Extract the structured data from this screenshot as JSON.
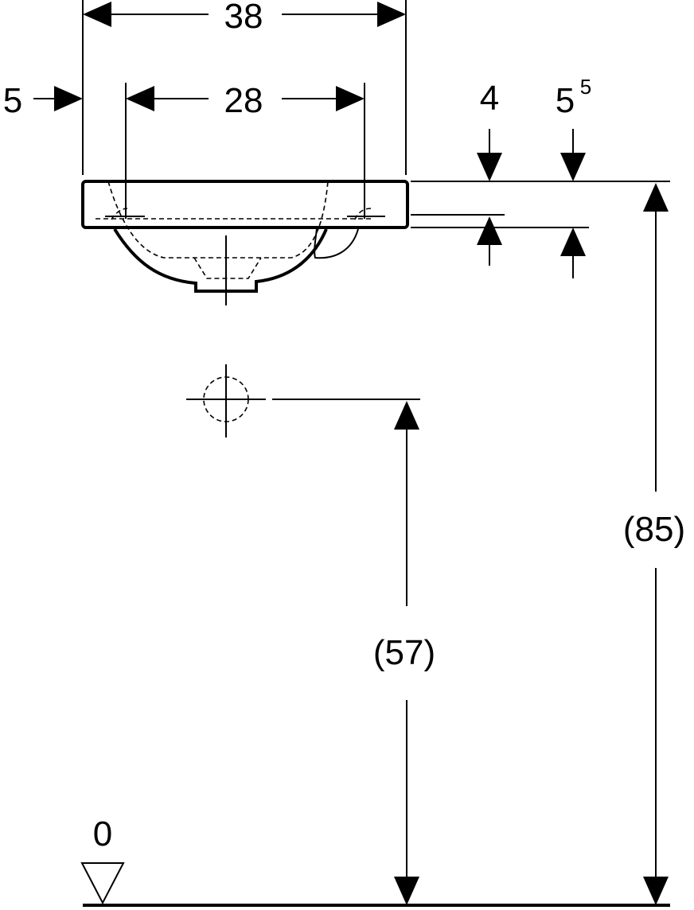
{
  "dimensions": {
    "width_outer": "38",
    "width_inner": "28",
    "offset_left": "5",
    "rim_thickness": "4",
    "depth_base": "5",
    "depth_sup": "5",
    "drain_height": "(57)",
    "rim_height": "(85)",
    "floor_level": "0"
  }
}
